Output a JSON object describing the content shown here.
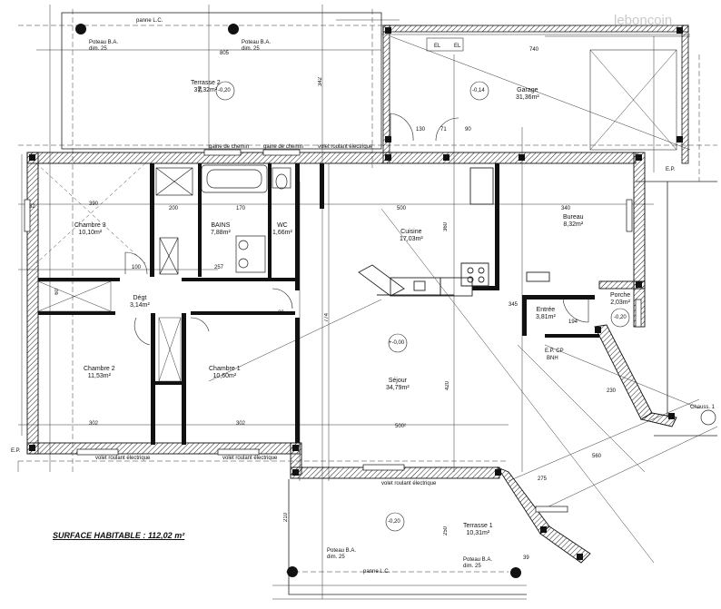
{
  "watermark": "leboncoin",
  "surface_label": "SURFACE HABITABLE : 112,02 m²",
  "rooms": {
    "terrasse2": {
      "name": "Terrasse 2",
      "area": "37,32m²",
      "level": "-0,20"
    },
    "garage": {
      "name": "Garage",
      "area": "31,36m²",
      "level": "-0,14"
    },
    "chambre3": {
      "name": "Chambre 3",
      "area": "10,10m²"
    },
    "bains": {
      "name": "BAINS",
      "area": "7,88m²"
    },
    "wc": {
      "name": "WC",
      "area": "1,66m²"
    },
    "cuisine": {
      "name": "Cuisine",
      "area": "17,03m²"
    },
    "bureau": {
      "name": "Bureau",
      "area": "8,32m²"
    },
    "degt": {
      "name": "Dégt",
      "area": "3,14m²"
    },
    "entree": {
      "name": "Entrée",
      "area": "3,81m²"
    },
    "porche": {
      "name": "Porche",
      "area": "2,03m²",
      "level": "-0,20"
    },
    "chambre2": {
      "name": "Chambre 2",
      "area": "11,53m²"
    },
    "chambre1": {
      "name": "Chambre 1",
      "area": "10,60m²"
    },
    "sejour": {
      "name": "Séjour",
      "area": "34,79m²",
      "level": "+-0,00"
    },
    "terrasse1": {
      "name": "Terrasse 1",
      "area": "10,31m²",
      "level": "-0,20"
    }
  },
  "notes": {
    "poteau_tl": [
      "Poteau B.A.",
      "dim. 25"
    ],
    "poteau_tm": [
      "Poteau B.A.",
      "dim. 25"
    ],
    "poteau_bl": [
      "Poteau B.A.",
      "dim. 25"
    ],
    "poteau_br": [
      "Poteau B.A.",
      "dim. 25"
    ],
    "panne_lc": "panne L.C.",
    "volet_label": "volet roulant électrique",
    "gaine_chemin": "gaine de chemin",
    "ep": "E.P.",
    "ecp": "E.P. CP",
    "bnh": "BNH",
    "elec": "EL",
    "elec2": "EL",
    "dossier": "Chauss. 1"
  },
  "dims": {
    "d805": "805",
    "d740": "740",
    "d342": "342",
    "d80": "80",
    "d390": "390",
    "d500": "500",
    "d340": "340",
    "d360": "360",
    "d100": "100",
    "d257": "257",
    "d302a": "302",
    "d302b": "302",
    "d5007": "500²",
    "d774": "774",
    "d420": "420",
    "d275": "275",
    "d560": "560",
    "d345": "345",
    "d230": "230",
    "d250": "250",
    "d130": "130",
    "d71": "71",
    "d170": "170",
    "d32": "32",
    "d194": "194",
    "d90": "90",
    "d60": "60",
    "d200": "200",
    "d210": "210",
    "d20": "20",
    "d39": "39"
  }
}
